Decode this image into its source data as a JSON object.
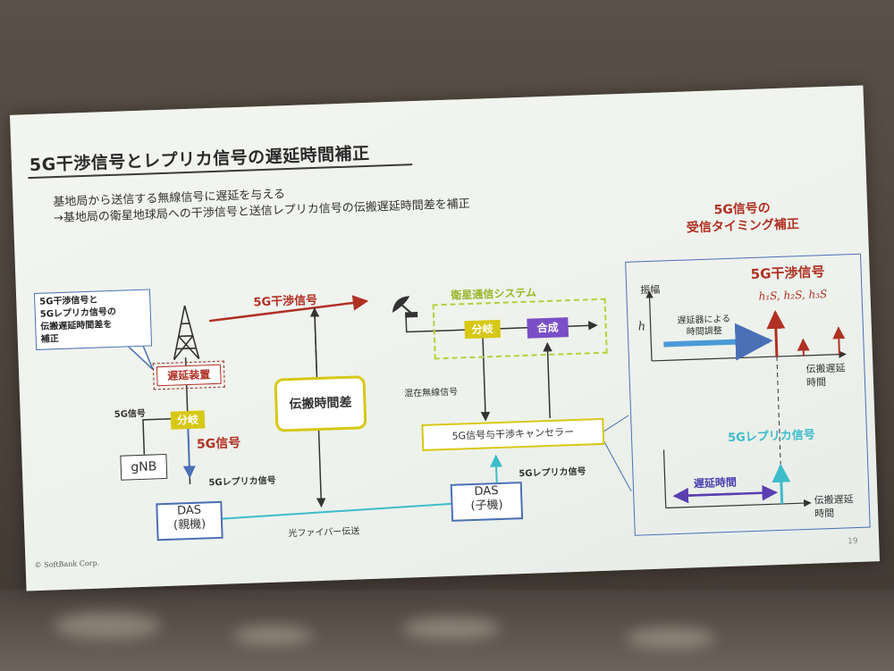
{
  "slide": {
    "title": "5G干渉信号とレプリカ信号の遅延時間補正",
    "subtitle_1": "基地局から送信する無線信号に遅延を与える",
    "subtitle_2": "→基地局の衛星地球局への干渉信号と送信レプリカ信号の伝搬遅延時間差を補正",
    "copyright": "© SoftBank Corp.",
    "page_number": "19"
  },
  "left_diagram": {
    "callout": [
      "5G干渉信号と",
      "5Gレプリカ信号の",
      "伝搬遅延時間差を",
      "補正"
    ],
    "delay_device": "遅延装置",
    "signal_5g_small": "5G信号",
    "branch": "分岐",
    "signal_5g": "5G信号",
    "gnb": "gNB",
    "replica_left": "5Gレプリカ信号",
    "das_parent": [
      "DAS",
      "(親機)"
    ],
    "interference_arrow": "5G干渉信号",
    "propagation_delay_diff": "伝搬時間差",
    "fiber": "光ファイバー伝送",
    "satellite_system": "衛星通信システム",
    "sat_branch": "分岐",
    "sat_combine": "合成",
    "mixed_signal": "混在無線信号",
    "canceller": "5G信号与干渉キャンセラー",
    "replica_right": "5Gレプリカ信号",
    "das_child": [
      "DAS",
      "(子機)"
    ]
  },
  "right_panel": {
    "heading": [
      "5G信号の",
      "受信タイミング補正"
    ],
    "amplitude": "振幅",
    "h_label": "h",
    "interference_title": "5G干渉信号",
    "taps": "h₁S, h₂S, h₃S",
    "adjust": [
      "遅延器による",
      "時間調整"
    ],
    "axis_top": [
      "伝搬遅延",
      "時間"
    ],
    "replica_title": "5Gレプリカ信号",
    "delay_time": "遅延時間",
    "axis_bottom": [
      "伝搬遅延",
      "時間"
    ]
  },
  "colors": {
    "red": "#b03024",
    "blue": "#4a6fb5",
    "yellow": "#d7c814",
    "green": "#b7cf3c",
    "cyan": "#3dbcc9",
    "purple": "#7a4fc6"
  }
}
